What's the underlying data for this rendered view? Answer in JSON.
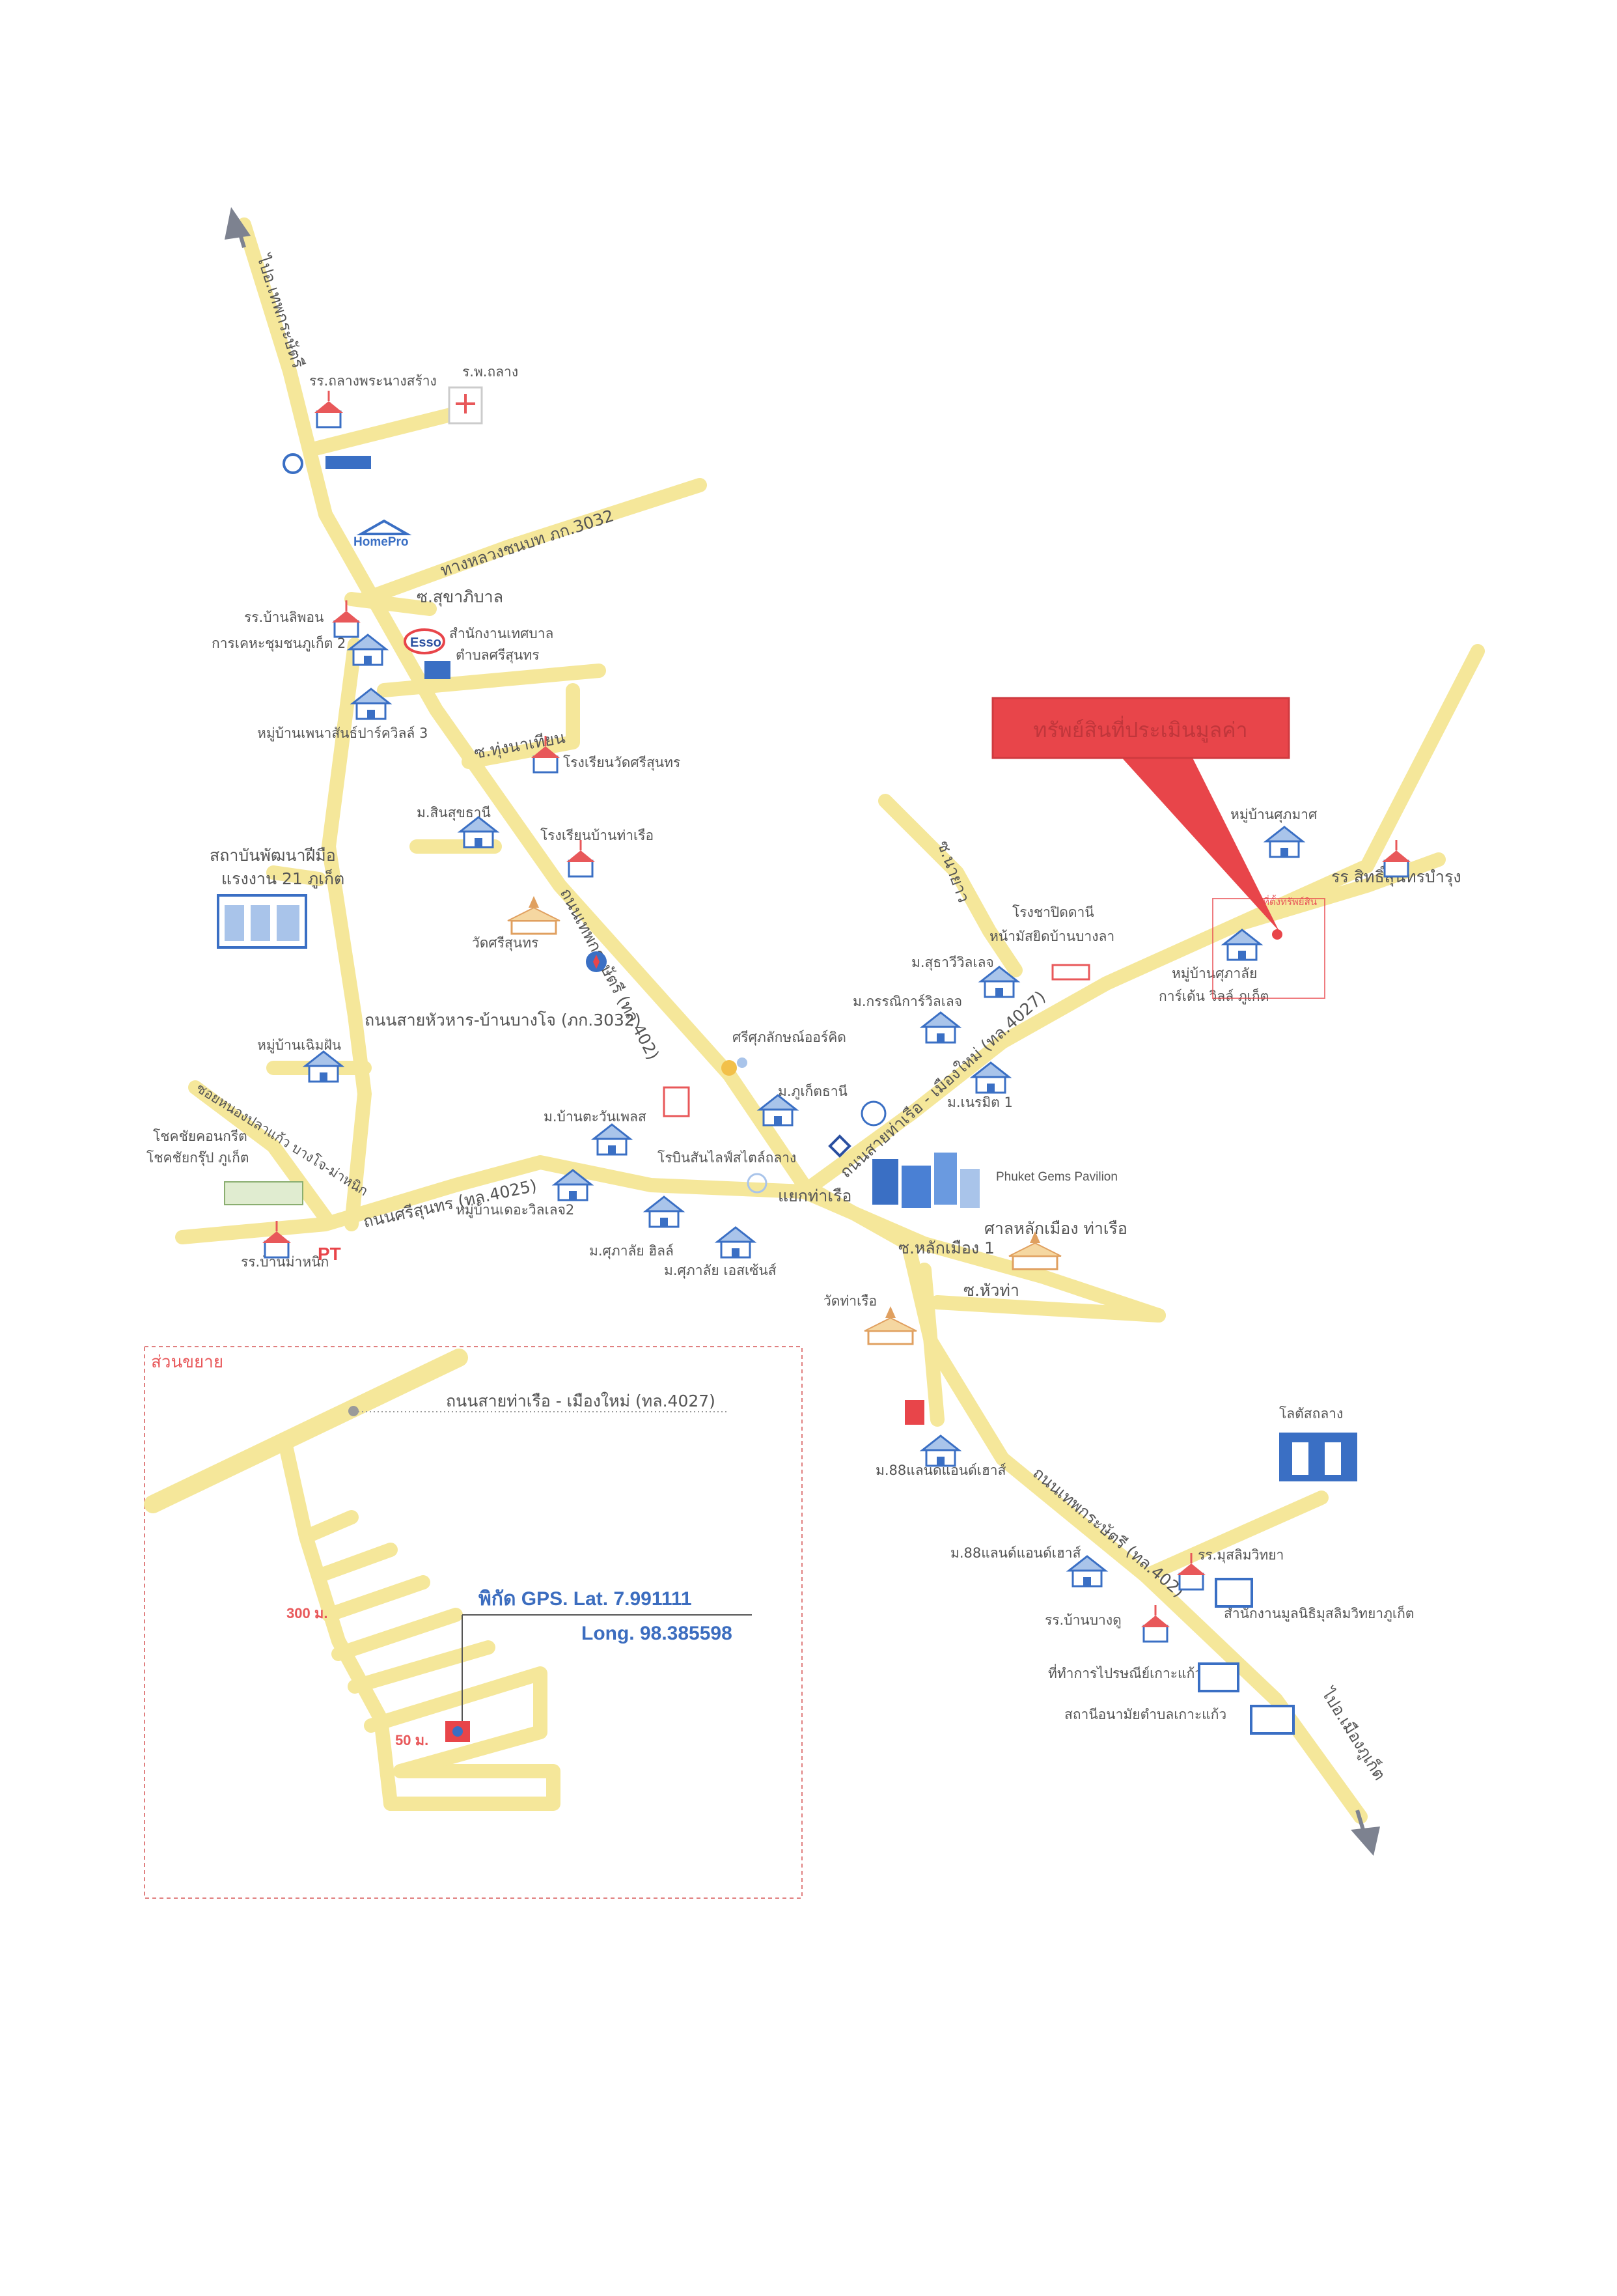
{
  "colors": {
    "road": "#f5e79a",
    "callout": "#e8454a",
    "accent_blue": "#3a6fc4",
    "inset_border": "#e08080"
  },
  "callout": {
    "label": "ทรัพย์สินที่ประเมินมูลค่า"
  },
  "roads": {
    "north_label": "ไปอ.เทพกระษัตรี",
    "south_label": "ไปอ.เมืองภูเก็ต",
    "thepkrasattri_1": "ถนนเทพกระษัตรี (ทล.402)",
    "thepkrasattri_2": "ถนนเทพกระษัตรี (ทล.402)",
    "thalang_muangmai": "ถนนสายท่าเรือ - เมืองใหม่ (ทล.4027)",
    "srisunthon": "ถนนศรีสุนทร (ทล.4025)",
    "huahan_bangjo": "ถนนสายหัวหาร-บ้านบางโจ (ภก.3032)",
    "highway_3032": "ทางหลวงชนบท ภก.3032",
    "soi_sukhaphiban": "ซ.สุขาภิบาล",
    "soi_thungnathian": "ซ.ทุ่งนาเทียน",
    "soi_laksamuang": "ซ.หลักเมือง 1",
    "soi_huatha": "ซ.หัวท่า",
    "soi_naya": "ซ.นายาว",
    "soi_nongpla": "ซอยหนองปลาแก้ว บางโจ-ม่าหนิก"
  },
  "places": {
    "rr_klang_phranang": "รร.ถลางพระนางสร้าง",
    "ror_por_thalang": "ร.พ.ถลาง",
    "homepro": "HomePro",
    "rr_banlipon": "รร.บ้านลิพอน",
    "kheha_phuket2": "การเคหะชุมชนภูเก็ต 2",
    "esso": "Esso",
    "tessaban": "สำนักงานเทศบาล",
    "tambon_srisunthon": "ตำบลศรีสุนทร",
    "mb_wiphawan": "หมู่บ้านเพนาสันธ์ปาร์ควิลล์ 3",
    "rr_wat_srisunthon": "โรงเรียนวัดศรีสุนทร",
    "mb_sinsukthani": "ม.สินสุขธานี",
    "rr_ban_thalua": "โรงเรียนบ้านท่าเรือ",
    "skill_institute_1": "สถาบันพัฒนาฝีมือ",
    "skill_institute_2": "แรงงาน 21 ภูเก็ต",
    "wat_srisunthon": "วัดศรีสุนทร",
    "mb_chaemfa": "หมู่บ้านเฉิมฝัน",
    "siam_orchid": "ศรีศุภลักษณ์ออร์คิด",
    "mb_phuketthani": "ม.ภูเก็ตธานี",
    "mb_bannatawan": "ม.บ้านตะวันเพลส",
    "robinson": "โรบินสันไลฟ์สไตล์ถลาง",
    "mb_lekkiang2": "หมู่บ้านเดอะวิลเลจ2",
    "mb_sukthai": "ม.ศุภาลัย ฮิลล์",
    "mb_suphalai": "ม.ศุภาลัย เอสเซ้นส์",
    "yaek_thalua": "แยกท่าเรือ",
    "phuket_gems": "Phuket Gems Pavilion",
    "san_lak_muang": "ศาลหลักเมือง ท่าเรือ",
    "wat_thalua": "วัดท่าเรือ",
    "chokchai_1": "โชคชัยคอนกรีต",
    "chokchai_2": "โชคชัยกรุ๊ป ภูเก็ต",
    "rr_ban_manik": "รร.บ้านม่าหนิก",
    "mb_suthawilla": "ม.สุธาวีวิลเลจ",
    "mb_karnmanee": "ม.กรรณิการ์วิลเลจ",
    "mb_naraimit": "ม.เนรมิต 1",
    "rongsao_1": "โรงชาปิดดานี",
    "rongsao_2": "หน้ามัสยิดบ้านบางลา",
    "mb_suphakmat": "หมู่บ้านศุภมาศ",
    "rr_sitthisunthon": "รร สิทธิ์สุนทรบำรุง",
    "mb_suphalai_garden_1": "หมู่บ้านศุภาลัย",
    "mb_suphalai_garden_2": "การ์เด้น วิลล์ ภูเก็ต",
    "subject_small": "ที่ตั้งทรัพย์สิน",
    "mb_88land_1": "ม.88แลนด์แอนด์เฮาส์",
    "mb_88land_2": "ม.88แลนด์แอนด์เฮาส์",
    "lotus": "โลตัสถลาง",
    "rr_muslim": "รร.มุสลิมวิทยา",
    "office_muslim": "สำนักงานมูลนิธิมุสลิมวิทยาภูเก็ต",
    "rr_banbangdu": "รร.บ้านบางดู",
    "post_office": "ที่ทำการไปรษณีย์เกาะแก้ว",
    "health_station": "สถานีอนามัยตำบลเกาะแก้ว"
  },
  "inset": {
    "title": "ส่วนขยาย",
    "road_label": "ถนนสายท่าเรือ - เมืองใหม่ (ทล.4027)",
    "dist_300": "300 ม.",
    "dist_50": "50 ม.",
    "gps_lat": "พิกัด GPS.  Lat. 7.991111",
    "gps_long": "Long. 98.385598"
  }
}
